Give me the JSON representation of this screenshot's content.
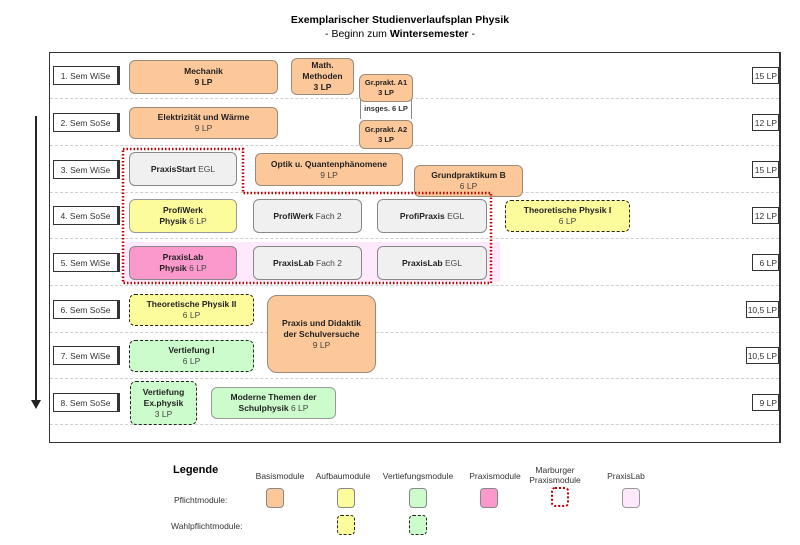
{
  "header": {
    "title": "Exemplarischer Studienverlaufsplan Physik",
    "subtitle_prefix": "- Beginn zum ",
    "subtitle_bold": "Wintersemester",
    "subtitle_suffix": " -"
  },
  "semesters": [
    {
      "label": "1. Sem WiSe",
      "lp": "15 LP"
    },
    {
      "label": "2. Sem SoSe",
      "lp": "12 LP"
    },
    {
      "label": "3. Sem WiSe",
      "lp": "15 LP"
    },
    {
      "label": "4. Sem SoSe",
      "lp": "12 LP"
    },
    {
      "label": "5. Sem WiSe",
      "lp": "6 LP"
    },
    {
      "label": "6. Sem SoSe",
      "lp": "10,5 LP"
    },
    {
      "label": "7. Sem WiSe",
      "lp": "10,5 LP"
    },
    {
      "label": "8. Sem SoSe",
      "lp": "9 LP"
    }
  ],
  "modules": {
    "mechanik": {
      "name": "Mechanik",
      "lp": "9 LP",
      "category": "Basismodule",
      "type": "Pflichtmodul"
    },
    "math": {
      "name_1": "Math.",
      "name_2": "Methoden",
      "lp": "3 LP",
      "category": "Basismodule",
      "type": "Pflichtmodul"
    },
    "grpraktA1": {
      "name": "Gr.prakt. A1",
      "lp": "3 LP",
      "category": "Basismodule"
    },
    "grpraktTotal": {
      "label": "insges. 6 LP"
    },
    "grpraktA2": {
      "name": "Gr.prakt. A2",
      "lp": "3 LP",
      "category": "Basismodule"
    },
    "elektrizitaet": {
      "name": "Elektrizität und Wärme",
      "lp": "9 LP",
      "category": "Basismodule"
    },
    "praxisstart": {
      "name_bold": "PraxisStart",
      "name_rest": " EGL"
    },
    "optik": {
      "name": "Optik u. Quantenphänomene",
      "lp": "9 LP",
      "category": "Basismodule"
    },
    "grundpraktikumB": {
      "name": "Grundpraktikum B",
      "lp": "6 LP",
      "category": "Basismodule"
    },
    "profiwerkPhysik": {
      "name_1": "ProfiWerk",
      "name_2": "Physik",
      "lp": " 6 LP",
      "category": "Aufbaumodule"
    },
    "profiwerkFach2": {
      "name_bold": "ProfiWerk",
      "name_rest": " Fach 2"
    },
    "profipraxisEGL": {
      "name_bold": "ProfiPraxis",
      "name_rest": " EGL"
    },
    "theoI": {
      "name": "Theoretische Physik I",
      "lp": "6 LP",
      "category": "Aufbaumodule",
      "type": "Wahlpflichtmodul"
    },
    "praxislabPhysik": {
      "name_1": "PraxisLab",
      "name_2": "Physik",
      "lp": " 6 LP",
      "category": "Praxismodule"
    },
    "praxislabFach2": {
      "name_bold": "PraxisLab",
      "name_rest": " Fach 2"
    },
    "praxislabEGL": {
      "name_bold": "PraxisLab",
      "name_rest": " EGL"
    },
    "theoII": {
      "name": "Theoretische Physik II",
      "lp": "6 LP",
      "category": "Aufbaumodule",
      "type": "Wahlpflichtmodul"
    },
    "praxisDidaktik": {
      "name_1": "Praxis und Didaktik",
      "name_2": "der Schulversuche",
      "lp": "9 LP",
      "category": "Basismodule"
    },
    "vertiefungI": {
      "name": "Vertiefung I",
      "lp": "6 LP",
      "category": "Vertiefungsmodule",
      "type": "Wahlpflichtmodul"
    },
    "vertiefungEx": {
      "name_1": "Vertiefung",
      "name_2": "Ex.physik",
      "lp": "3 LP",
      "category": "Vertiefungsmodule",
      "type": "Wahlpflichtmodul"
    },
    "moderneThemen": {
      "name_1": "Moderne Themen der",
      "name_2": "Schulphysik",
      "lp": " 6 LP",
      "category": "Vertiefungsmodule"
    }
  },
  "legend": {
    "title": "Legende",
    "columns": [
      "Basismodule",
      "Aufbaumodule",
      "Vertiefungsmodule",
      "Praxismodule",
      "Marburger Praxismodule",
      "PraxisLab"
    ],
    "column_marburger_1": "Marburger",
    "column_marburger_2": "Praxismodule",
    "rows": [
      "Pflichtmodule:",
      "Wahlpflichtmodule:"
    ],
    "colors": {
      "Basismodule": "#fdc899",
      "Aufbaumodule": "#fcfc9c",
      "Vertiefungsmodule": "#ccfccc",
      "Praxismodule": "#fc99cc",
      "Marburger Praxismodule": "#c00000",
      "PraxisLab": "#fde9fb"
    }
  }
}
